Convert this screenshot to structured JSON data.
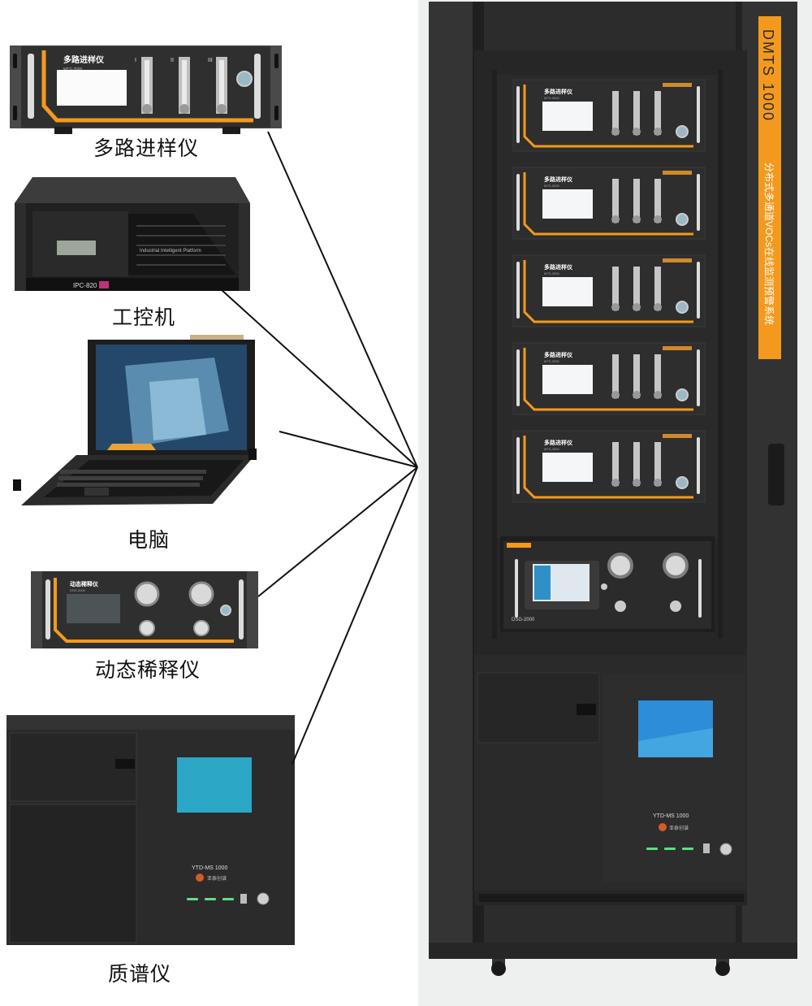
{
  "devices": {
    "sampler": {
      "caption": "多路进样仪",
      "panel_title": "多路进样仪",
      "model": "MTS-2000",
      "port_marks": [
        "I",
        "II",
        "III"
      ]
    },
    "ipc": {
      "caption": "工控机",
      "model": "IPC-820",
      "face_text": "Industrial Intelligent Platform"
    },
    "computer": {
      "caption": "电脑"
    },
    "diluter": {
      "caption": "动态稀释仪",
      "panel_title": "动态稀释仪",
      "model": "DSG-2000"
    },
    "ms": {
      "caption": "质谱仪",
      "model": "YTD-MS 1000",
      "brand": "亚泰创谱"
    }
  },
  "cabinet": {
    "side_label_main": "DMTS 1000",
    "side_label_sub": "分布式多通道VOCs在线监测预警系统",
    "sampler_units": [
      {
        "title": "多路进样仪",
        "model": "MTS-2000"
      },
      {
        "title": "多路进样仪",
        "model": "MTS-2000"
      },
      {
        "title": "多路进样仪",
        "model": "MTS-2000"
      },
      {
        "title": "多路进样仪",
        "model": "MTS-2000"
      },
      {
        "title": "多路进样仪",
        "model": "MTS-2000"
      }
    ],
    "diluter_model": "DSG-2000",
    "ms_model": "YTD-MS 1000",
    "brand": "亚泰创谱"
  },
  "colors": {
    "accent": "#f39a1e",
    "dark": "#2e2e2e",
    "screen": "#2da7c6"
  }
}
